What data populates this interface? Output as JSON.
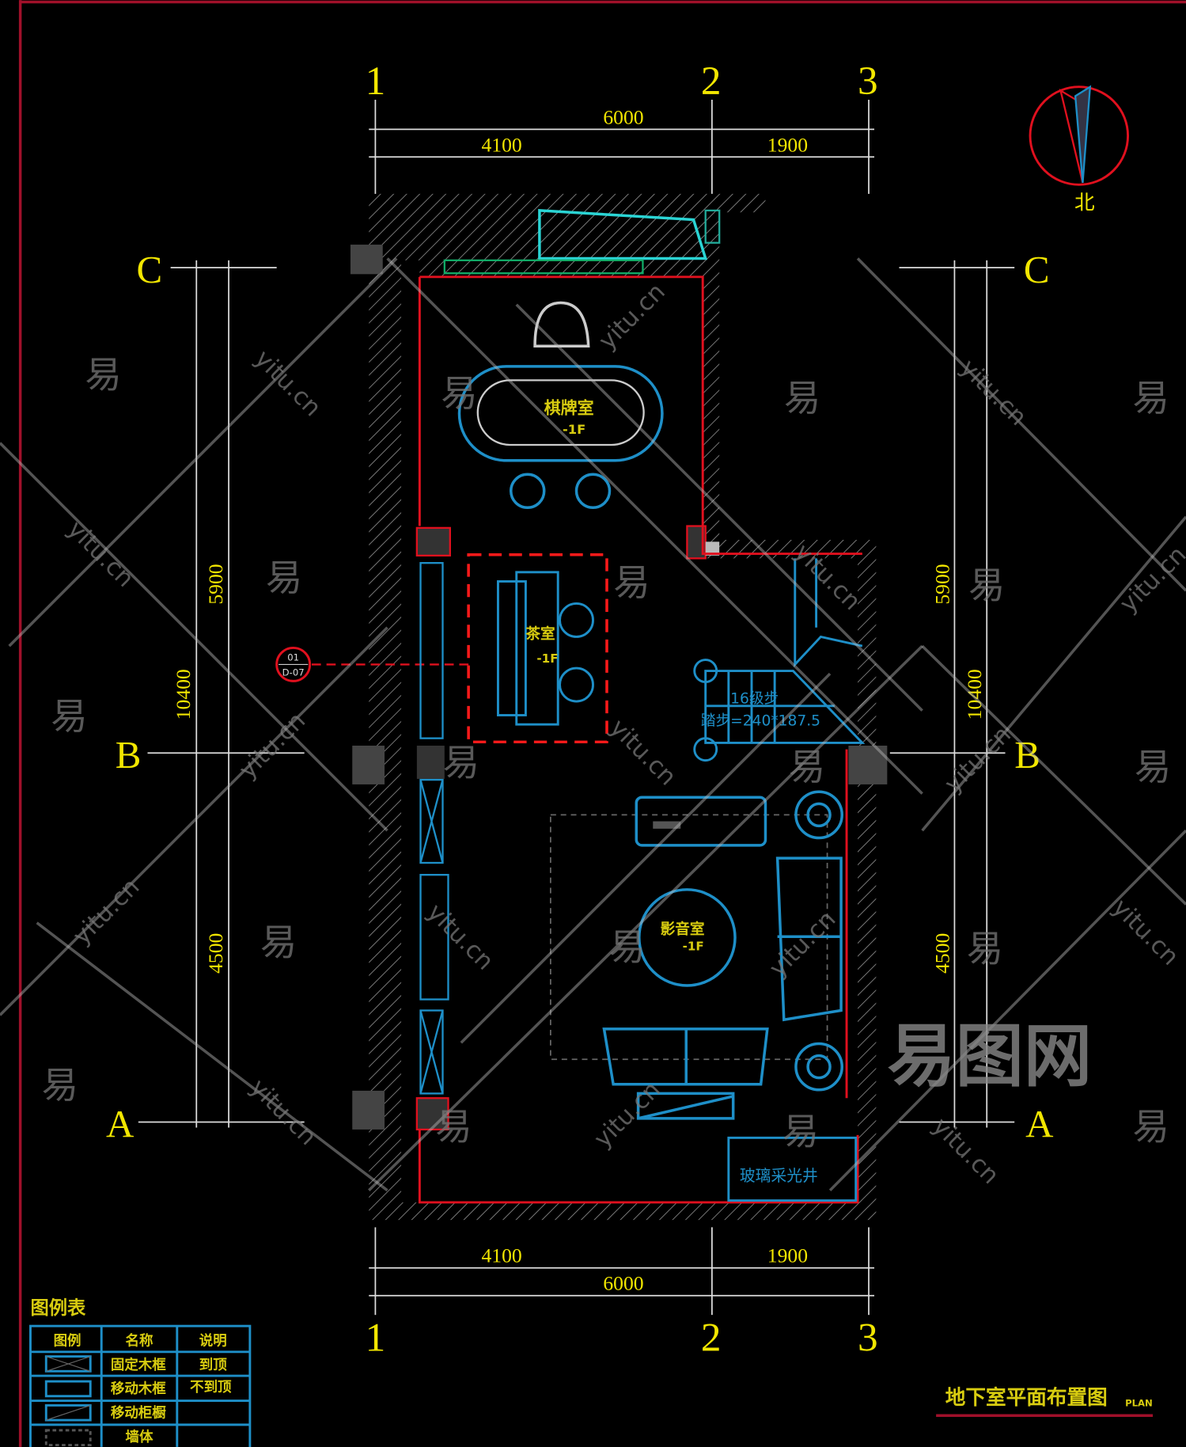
{
  "drawing": {
    "title": "地下室平面布置图",
    "title_suffix": "PLAN",
    "north_label": "北",
    "axes_top": [
      "1",
      "2",
      "3"
    ],
    "axes_bottom": [
      "1",
      "2",
      "3"
    ],
    "axes_left": [
      "C",
      "B",
      "A"
    ],
    "axes_right": [
      "C",
      "B",
      "A"
    ],
    "dims_top": {
      "total": "6000",
      "left": "4100",
      "right": "1900"
    },
    "dims_bottom": {
      "total": "6000",
      "left": "4100",
      "right": "1900"
    },
    "dims_left": {
      "total": "10400",
      "upper": "5900",
      "lower": "4500"
    },
    "dims_right": {
      "total": "10400",
      "upper": "5900",
      "lower": "4500"
    },
    "rooms": [
      {
        "name": "棋牌室",
        "level": "-1F"
      },
      {
        "name": "茶室",
        "level": "-1F"
      },
      {
        "name": "影音室",
        "level": "-1F"
      }
    ],
    "stair": {
      "line1": "16级步",
      "line2": "踏步=240*187.5"
    },
    "lightwell": "玻璃采光井",
    "section_marker": {
      "number": "01",
      "sheet": "D-07"
    }
  },
  "legend": {
    "title": "图例表",
    "headers": [
      "图例",
      "名称",
      "说明"
    ],
    "rows": [
      {
        "name": "固定木框",
        "note": "到顶"
      },
      {
        "name": "移动木框",
        "note": "不到顶"
      },
      {
        "name": "移动柜橱",
        "note": ""
      },
      {
        "name": "墙体",
        "note": ""
      }
    ]
  },
  "watermark": {
    "logo": "易图网",
    "char": "易",
    "site": "yitu.cn"
  },
  "colors": {
    "yellow": "#f2e600",
    "cyan": "#1e8fc8",
    "red": "#e0101e",
    "wall": "#555555"
  }
}
